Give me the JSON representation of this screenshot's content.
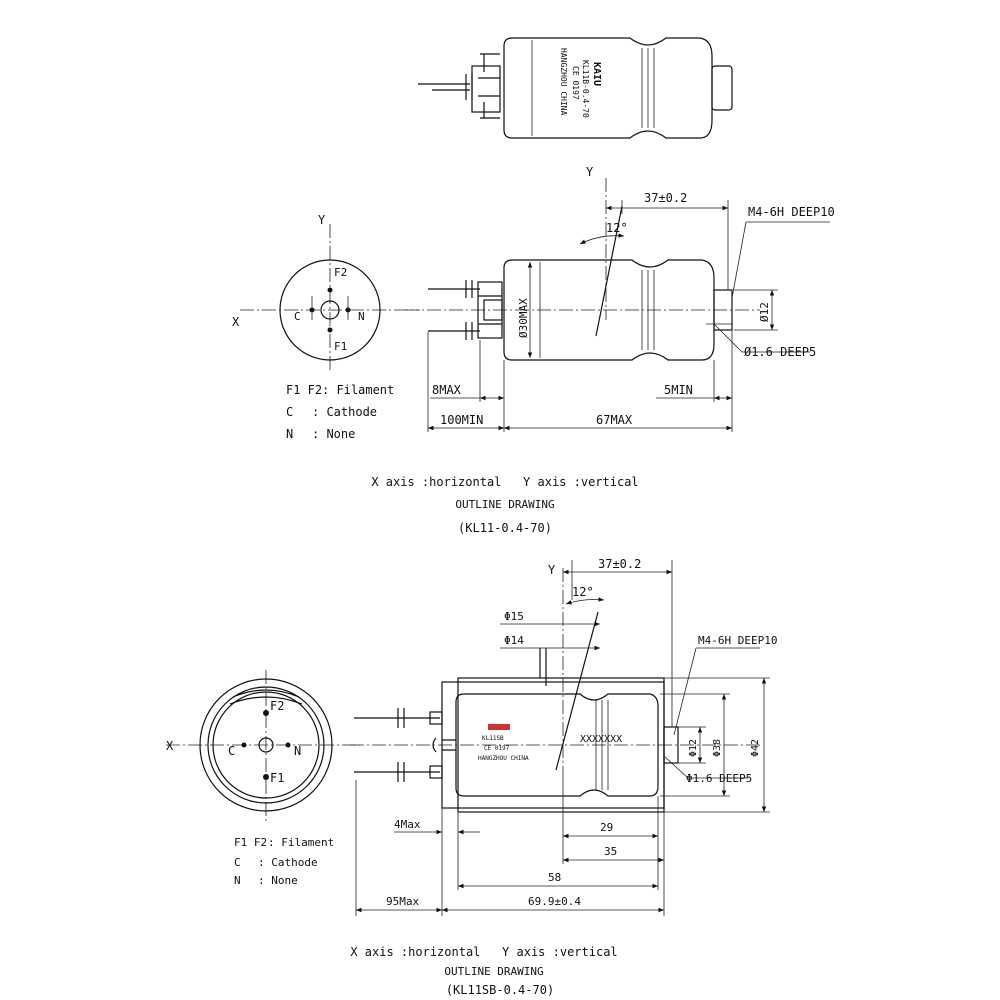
{
  "top_view_label": {
    "brand": "KAIU",
    "model": "KL11B-0.4-70",
    "cert": "CE 0197",
    "origin": "HANGZHOU CHINA"
  },
  "drawing1": {
    "axis_x": "X",
    "axis_y": "Y",
    "axis_y_side": "Y",
    "pin_f2": "F2",
    "pin_f1": "F1",
    "pin_c": "C",
    "pin_n": "N",
    "dim_37": "37±0.2",
    "dim_thread": "M4-6H DEEP10",
    "dim_angle": "12°",
    "dim_dia30": "Ø30MAX",
    "dim_dia12": "Ø12",
    "dim_hole": "Ø1.6 DEEP5",
    "dim_8max": "8MAX",
    "dim_5min": "5MIN",
    "dim_100min": "100MIN",
    "dim_67max": "67MAX",
    "legend": [
      {
        "key": "F1 F2",
        "text": ": Filament"
      },
      {
        "key": "C",
        "text": ": Cathode"
      },
      {
        "key": "N",
        "text": ": None"
      }
    ],
    "caption_axes": "X axis :horizontal   Y axis :vertical",
    "caption_title": "OUTLINE DRAWING",
    "caption_model": "(KL11-0.4-70)"
  },
  "drawing2": {
    "axis_x": "X",
    "axis_y": "Y",
    "pin_f2": "F2",
    "pin_f1": "F1",
    "pin_c": "C",
    "pin_n": "N",
    "dim_37": "37±0.2",
    "dim_angle": "12°",
    "dim_dia15": "Φ15",
    "dim_dia14": "Φ14",
    "dim_thread": "M4-6H DEEP10",
    "dim_dia12": "Φ12",
    "dim_dia38": "Φ38",
    "dim_dia42": "Φ42",
    "dim_hole": "Φ1.6 DEEP5",
    "dim_4max": "4Max",
    "dim_29": "29",
    "dim_35": "35",
    "dim_58": "58",
    "dim_95max": "95Max",
    "dim_699": "69.9±0.4",
    "marks": "XXXXXXX",
    "label_model": "KL11SB",
    "label_cert": "CE 0197",
    "label_origin": "HANGZHOU CHINA",
    "legend": [
      {
        "key": "F1 F2",
        "text": ": Filament"
      },
      {
        "key": "C",
        "text": ": Cathode"
      },
      {
        "key": "N",
        "text": ": None"
      }
    ],
    "caption_axes": "X axis :horizontal   Y axis :vertical",
    "caption_title": "OUTLINE DRAWING",
    "caption_model": "(KL11SB-0.4-70)"
  }
}
